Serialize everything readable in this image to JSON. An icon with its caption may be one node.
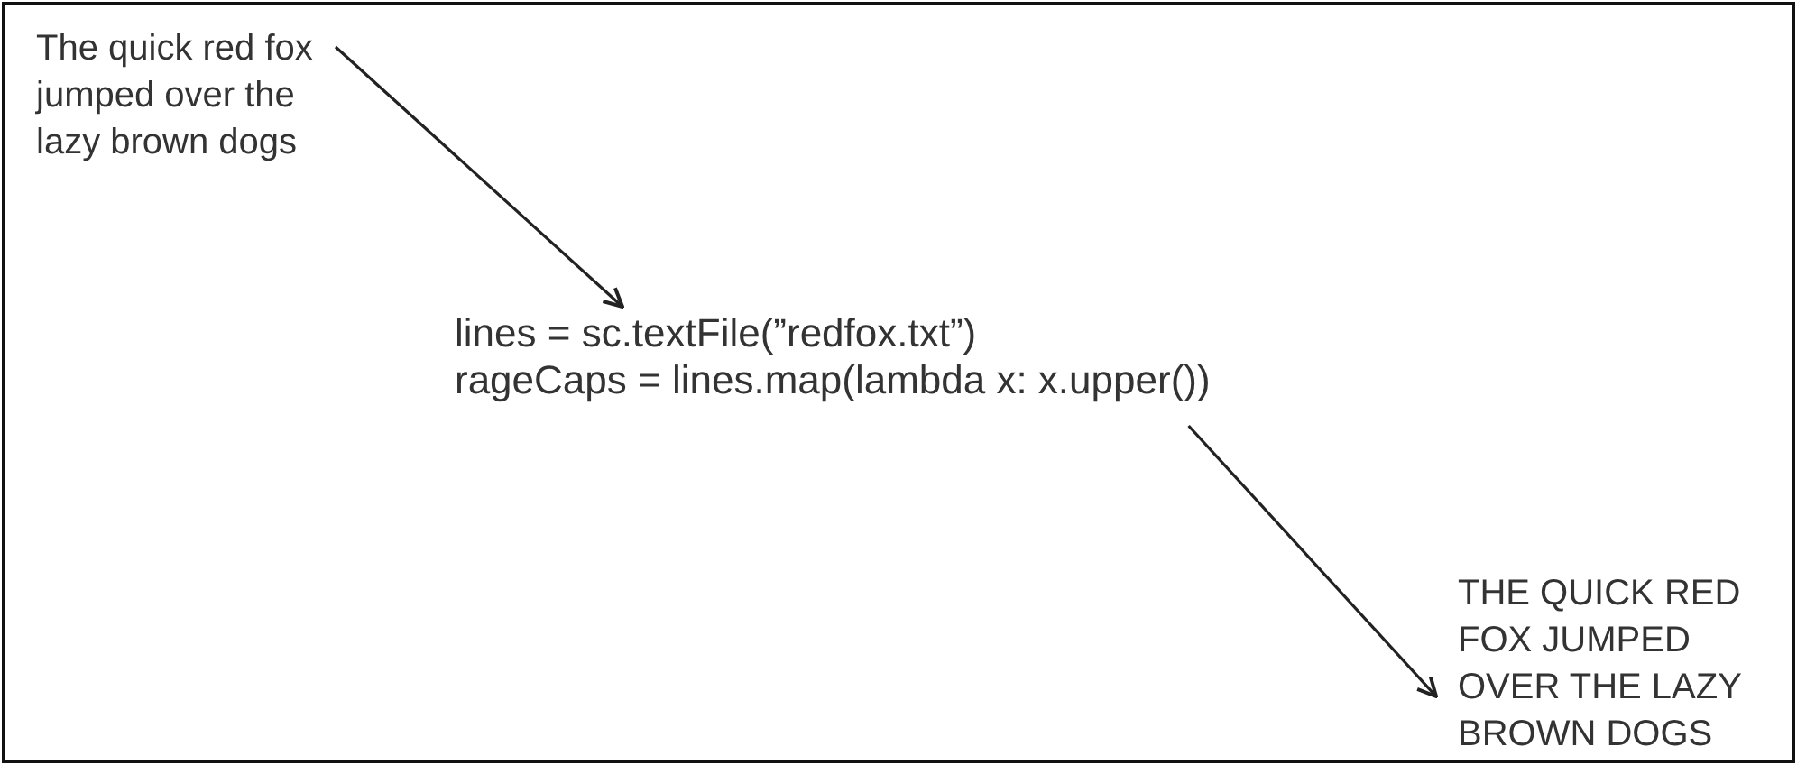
{
  "diagram": {
    "nodes": [
      {
        "text": [
          "The quick red fox jumped over the lazy brown dogs"
        ]
      },
      {
        "text": [
          "lines = sc.textFile(”redfox.txt”)",
          "rageCaps = lines.map(lambda x: x.upper())"
        ]
      },
      {
        "text": [
          "THE QUICK RED FOX JUMPED OVER THE LAZY BROWN DOGS"
        ]
      }
    ],
    "edges": [
      {
        "from": 0,
        "to": 1,
        "arrow": "to"
      },
      {
        "from": 1,
        "to": 2,
        "arrow": "to"
      }
    ]
  }
}
